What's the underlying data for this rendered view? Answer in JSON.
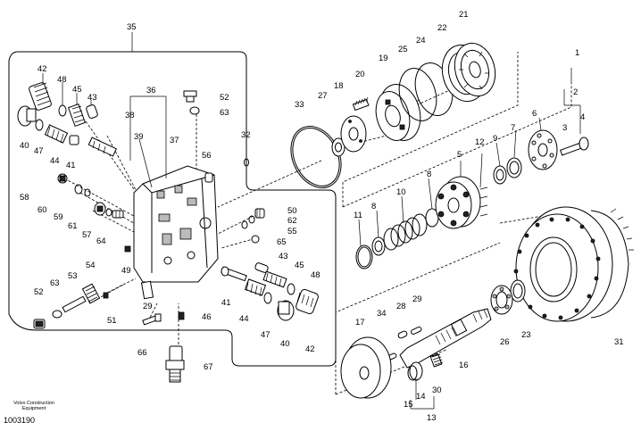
{
  "diagram": {
    "footer": {
      "brand_line1": "Volvo Construction",
      "brand_line2": "Equipment",
      "code": "1003190"
    },
    "callouts": [
      "1",
      "2",
      "3",
      "4",
      "5",
      "6",
      "7",
      "8",
      "9",
      "10",
      "11",
      "12",
      "13",
      "14",
      "15",
      "16",
      "17",
      "18",
      "19",
      "20",
      "21",
      "22",
      "23",
      "24",
      "25",
      "26",
      "27",
      "28",
      "29",
      "30",
      "31",
      "32",
      "33",
      "34",
      "35",
      "36",
      "37",
      "38",
      "39",
      "40",
      "41",
      "42",
      "43",
      "44",
      "45",
      "46",
      "47",
      "48",
      "49",
      "50",
      "51",
      "52",
      "53",
      "54",
      "55",
      "56",
      "57",
      "58",
      "59",
      "60",
      "61",
      "62",
      "63",
      "64",
      "65",
      "66",
      "67"
    ]
  }
}
